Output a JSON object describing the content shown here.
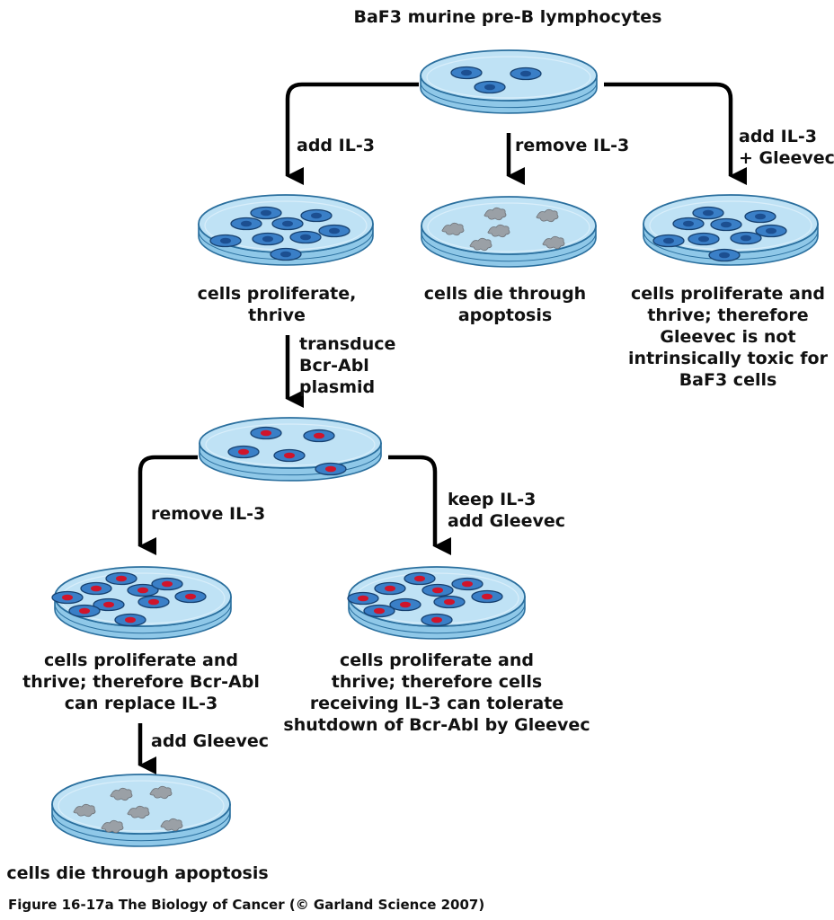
{
  "title": "BaF3 murine pre-B lymphocytes",
  "steps": {
    "add_il3": "add IL-3",
    "remove_il3_top": "remove IL-3",
    "add_il3_gleevec": [
      "add IL-3",
      "+ Gleevec"
    ],
    "transduce": [
      "transduce",
      "Bcr-Abl",
      "plasmid"
    ],
    "remove_il3_mid": "remove IL-3",
    "keep_il3_add_gleevec": [
      "keep IL-3",
      "add Gleevec"
    ],
    "add_gleevec": "add Gleevec"
  },
  "outcomes": {
    "proliferate_thrive": [
      "cells proliferate,",
      "thrive"
    ],
    "die_apoptosis_top": [
      "cells die through",
      "apoptosis"
    ],
    "gleevec_not_toxic": [
      "cells proliferate and",
      "thrive; therefore",
      "Gleevec is not",
      "intrinsically toxic for",
      "BaF3 cells"
    ],
    "bcrabl_replace": [
      "cells proliferate and",
      "thrive; therefore Bcr-Abl",
      "can replace IL-3"
    ],
    "tolerate_shutdown": [
      "cells proliferate and",
      "thrive; therefore cells",
      "receiving IL-3 can tolerate",
      "shutdown of Bcr-Abl by Gleevec"
    ],
    "die_apoptosis_bottom": "cells die through apoptosis"
  },
  "caption": "Figure 16-17a  The Biology of Cancer (© Garland Science 2007)",
  "colors": {
    "dish_fill": "#bfe2f5",
    "dish_rim": "#2a6f9e",
    "cell_fill": "#3a7fc7",
    "nucleus_blue": "#1c4f91",
    "nucleus_red": "#d0142b",
    "apoptotic": "#9aa0a6",
    "arrow": "#000000"
  }
}
